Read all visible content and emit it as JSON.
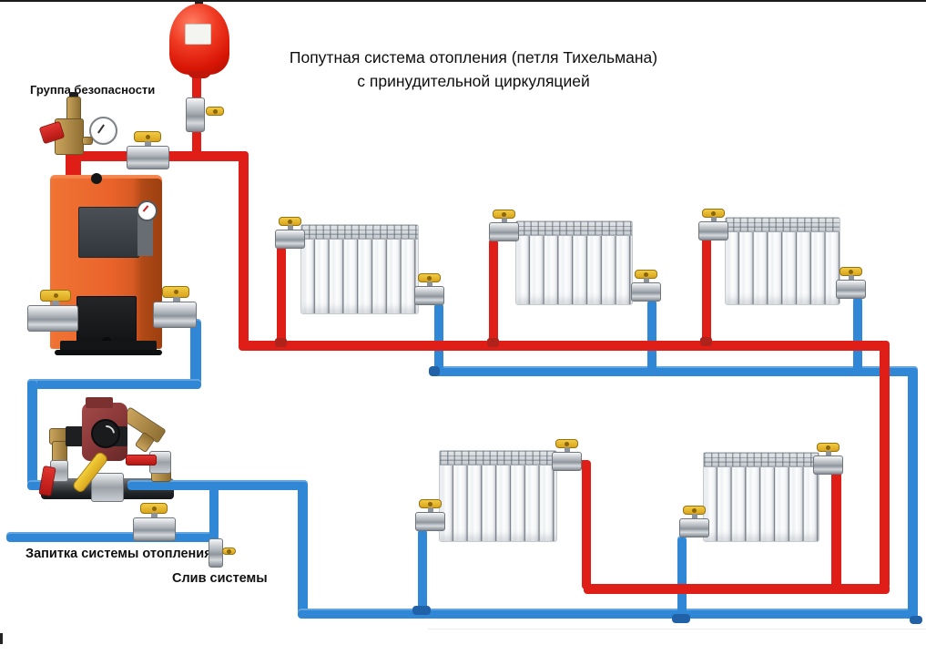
{
  "title": {
    "line1": "Попутная система отопления (петля Тихельмана)",
    "line2": "с принудительной циркуляцией"
  },
  "labels": {
    "safety_group": "Группа безопасности",
    "fill_line": "Запитка системы отопления",
    "drain_line": "Слив системы"
  },
  "colors": {
    "supply_pipe": "#df1f17",
    "return_pipe": "#2f87d6",
    "boiler": "#e8612a",
    "expansion_tank": "#e2220f",
    "valve_handle": "#e9b92d",
    "valve_body": "#aeb4ba",
    "pump": "#8e3a3a",
    "brass_fittings": "#b08c44",
    "radiator": "#f4f5f7"
  },
  "system": {
    "radiators_top_row": 3,
    "radiators_bottom_row": 2,
    "radiators_total": 5
  }
}
